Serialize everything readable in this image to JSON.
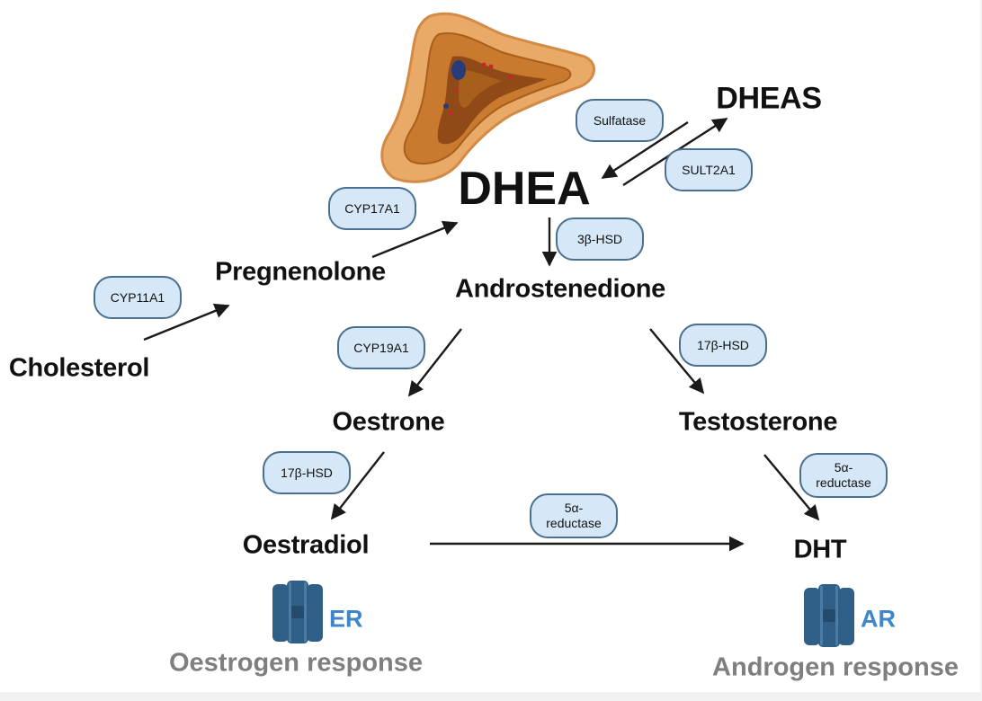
{
  "nodes": {
    "cholesterol": "Cholesterol",
    "pregnenolone": "Pregnenolone",
    "dhea": "DHEA",
    "dheas": "DHEAS",
    "androstenedione": "Androstenedione",
    "oestrone": "Oestrone",
    "testosterone": "Testosterone",
    "oestradiol": "Oestradiol",
    "dht": "DHT"
  },
  "enzymes": {
    "cyp11a1": "CYP11A1",
    "cyp17a1": "CYP17A1",
    "sulfatase": "Sulfatase",
    "sult2a1": "SULT2A1",
    "hsd3b": "3β-HSD",
    "cyp19a1": "CYP19A1",
    "hsd17b_right": "17β-HSD",
    "hsd17b_left": "17β-HSD",
    "reductase_right": "5α-\nreductase",
    "reductase_mid": "5α-\nreductase"
  },
  "receptors": {
    "er": "ER",
    "ar": "AR"
  },
  "responses": {
    "oestrogen": "Oestrogen response",
    "androgen": "Androgen response"
  },
  "colors": {
    "enzyme_fill": "#d6e8f7",
    "enzyme_border": "#4a6f8f",
    "receptor": "#2f5f86",
    "receptor_label": "#3d86c9",
    "response_text": "#7f7f7f",
    "gland_outer": "#e9a967",
    "gland_inner": "#b8691f"
  },
  "icons": {
    "gland": "adrenal-gland-icon",
    "receptor": "membrane-receptor-icon"
  }
}
